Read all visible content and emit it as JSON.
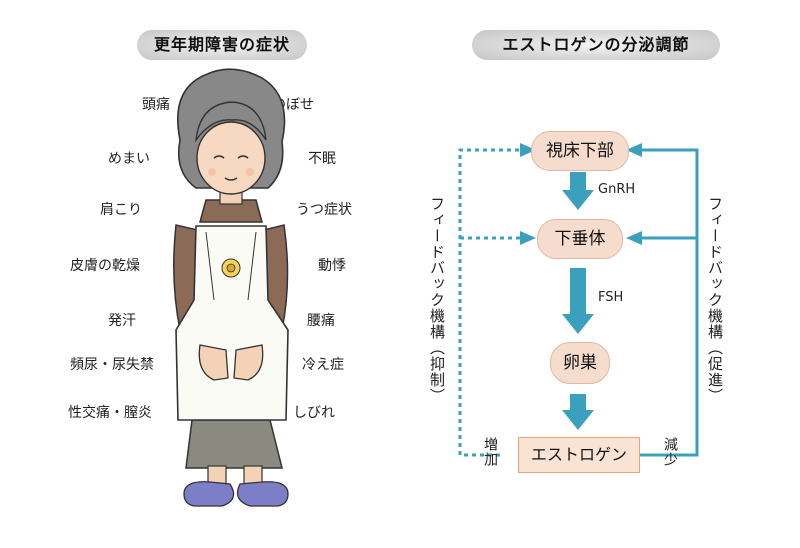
{
  "left_panel": {
    "title": "更年期障害の症状",
    "symptoms_left": [
      "頭痛",
      "めまい",
      "肩こり",
      "皮膚の乾燥",
      "発汗",
      "頻尿・尿失禁",
      "性交痛・膣炎"
    ],
    "symptoms_right": [
      "のぼせ",
      "不眠",
      "うつ症状",
      "動悸",
      "腰痛",
      "冷え症",
      "しびれ"
    ]
  },
  "right_panel": {
    "title": "エストロゲンの分泌調節",
    "nodes": {
      "hypothalamus": "視床下部",
      "pituitary": "下垂体",
      "ovary": "卵巣",
      "estrogen": "エストロゲン"
    },
    "hormones": {
      "gnrh": "GnRH",
      "fsh": "FSH"
    },
    "feedback_left": "フィードバック機構（抑制）",
    "feedback_right": "フィードバック機構（促進）",
    "increase": "増加",
    "decrease": "減少",
    "colors": {
      "arrow": "#3aa0bb",
      "ellipse": "#f6dccd",
      "box": "#f9e3d5"
    }
  }
}
